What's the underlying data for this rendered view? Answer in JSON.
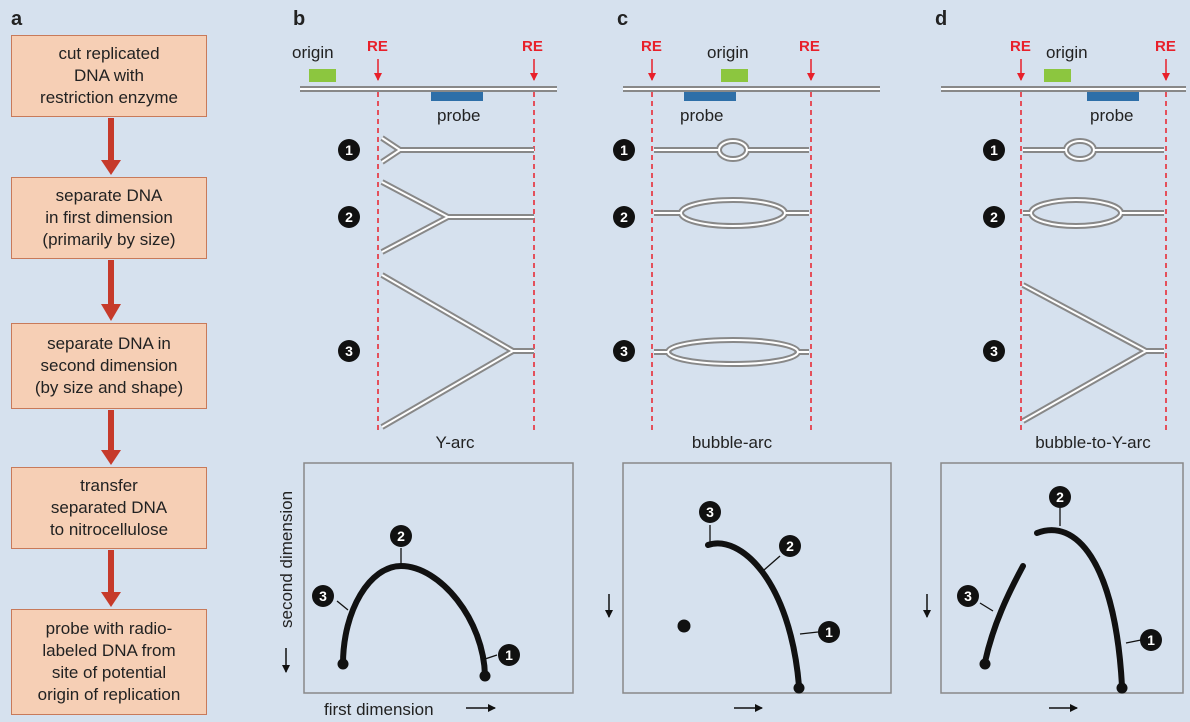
{
  "panels": {
    "a": "a",
    "b": "b",
    "c": "c",
    "d": "d"
  },
  "flowchart": [
    "cut replicated\nDNA with\nrestriction enzyme",
    "separate DNA\nin first dimension\n(primarily by size)",
    "separate DNA in\nsecond dimension\n(by size and shape)",
    "transfer\nseparated DNA\nto nitrocellulose",
    "probe with radio-\nlabeled DNA from\nsite of potential\norigin of replication"
  ],
  "labels": {
    "origin": "origin",
    "probe": "probe",
    "re": "RE",
    "numbers": [
      "1",
      "2",
      "3"
    ]
  },
  "arc_names": {
    "b": "Y-arc",
    "c": "bubble-arc",
    "d": "bubble-to-Y-arc"
  },
  "axes": {
    "second_dimension": "second dimension",
    "first_dimension": "first dimension"
  },
  "colors": {
    "background": "#d6e1ee",
    "box_fill": "#f6cfb5",
    "flow_arrow": "#c63a2a",
    "origin": "#8cc63f",
    "probe": "#2e6fa8",
    "re": "#e8202a",
    "dna": "#888888",
    "arc": "#111111"
  }
}
